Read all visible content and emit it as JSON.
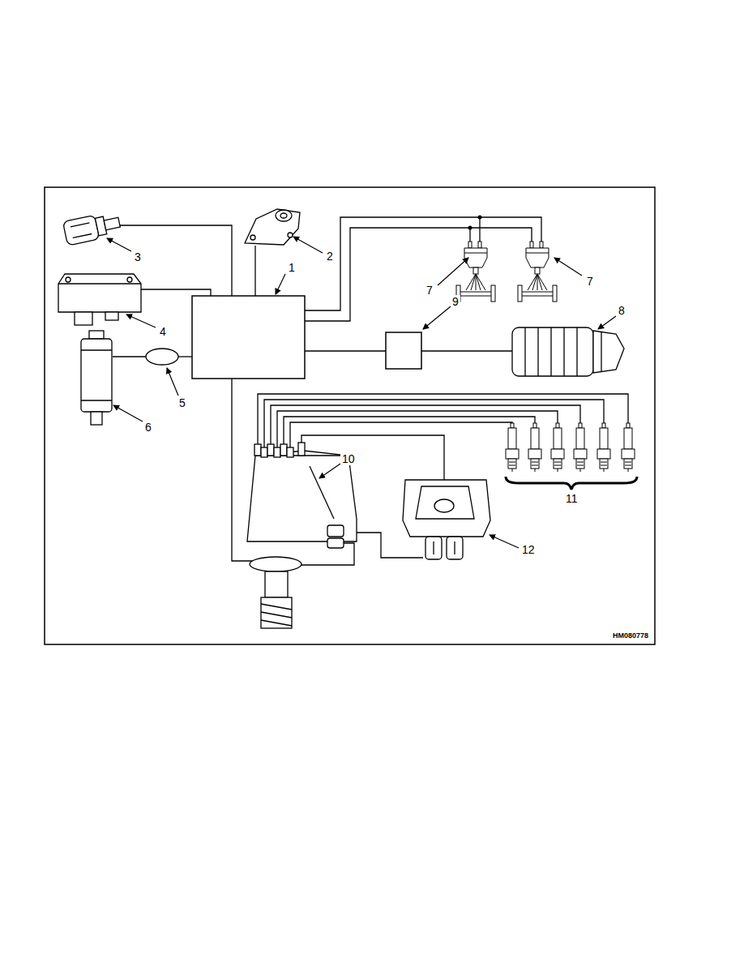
{
  "diagram": {
    "labels": [
      "3",
      "2",
      "1",
      "7",
      "7",
      "4",
      "9",
      "8",
      "5",
      "6",
      "10",
      "12",
      "11",
      "HM080778"
    ]
  }
}
